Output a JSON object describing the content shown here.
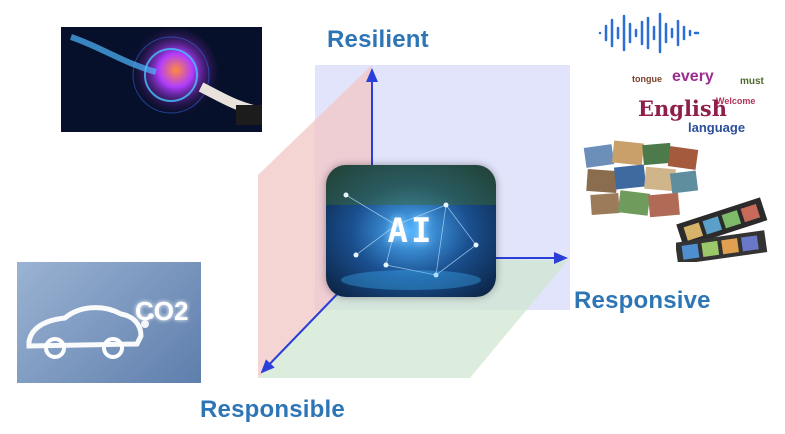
{
  "labels": {
    "resilient": "Resilient",
    "responsive": "Responsive",
    "responsible": "Responsible"
  },
  "center": {
    "text": "AI"
  },
  "wordcloud": {
    "words": [
      "English",
      "every",
      "language",
      "tongue",
      "Welcome",
      "must"
    ]
  },
  "car_image": {
    "text": "CO2"
  },
  "colors": {
    "label_blue": "#2e75b6",
    "axis_arrow": "#2a3fd8",
    "plane_red": "#f2c6c6",
    "plane_blue": "#c9cdf7",
    "plane_green": "#cfe6cf"
  },
  "icons": [
    "brain-touch-image",
    "sound-wave-icon",
    "word-cloud-image",
    "photo-collage-image",
    "film-strip-image",
    "car-co2-image"
  ]
}
